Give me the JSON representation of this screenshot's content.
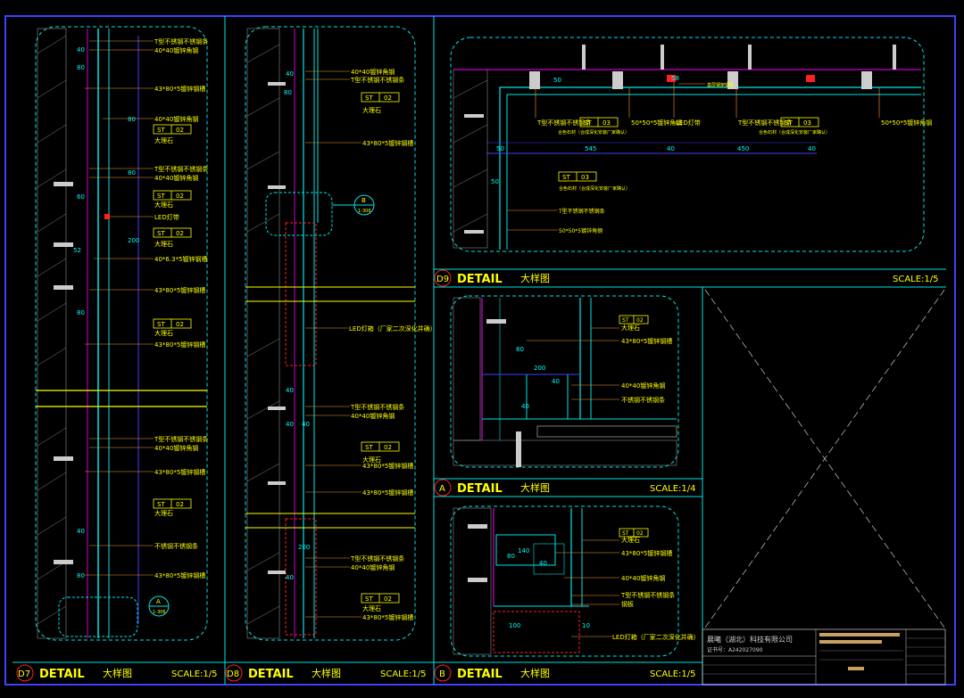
{
  "panels": {
    "d7": {
      "code": "D7",
      "title": "DETAIL",
      "subtitle": "大样图",
      "scale": "SCALE:1/5"
    },
    "d8": {
      "code": "D8",
      "title": "DETAIL",
      "subtitle": "大样图",
      "scale": "SCALE:1/5"
    },
    "d9": {
      "code": "D9",
      "title": "DETAIL",
      "subtitle": "大样图",
      "scale": "SCALE:1/5"
    },
    "a": {
      "code": "A",
      "title": "DETAIL",
      "subtitle": "大样图",
      "scale": "SCALE:1/4"
    },
    "b": {
      "code": "B",
      "title": "DETAIL",
      "subtitle": "大样图",
      "scale": "SCALE:1/5"
    }
  },
  "d7_labels": {
    "l1": "T型不锈钢不锈钢条",
    "l2": "40*40镀锌角钢",
    "l3": "43*80*5镀锌钢槽",
    "l4": "40*40镀锌角钢",
    "tag1": "ST",
    "tag1n": "02",
    "l5": "大理石",
    "l6": "T型不锈钢不锈钢条",
    "l7": "40*40镀锌角钢",
    "tag2": "ST",
    "tag2n": "02",
    "l8": "大理石",
    "led": "LED灯带",
    "tag3": "ST",
    "tag3n": "02",
    "l9": "大理石",
    "l10": "40*6.3*5镀锌钢槽",
    "l11": "43*80*5镀锌钢槽",
    "tag4": "ST",
    "tag4n": "02",
    "l12": "大理石",
    "l13": "43*80*5镀锌钢槽",
    "l14": "T型不锈钢不锈钢条",
    "l15": "40*40镀锌角钢",
    "l16": "43*80*5镀锌钢槽",
    "tag5": "ST",
    "tag5n": "02",
    "l17": "大理石",
    "l18": "不锈钢不锈钢条",
    "l19": "43*80*5镀锌钢槽",
    "callout": "A",
    "callout_ref": "1-306"
  },
  "d8_labels": {
    "l1": "40*40镀锌角钢",
    "l2": "T型不锈钢不锈钢条",
    "tag1": "ST",
    "tag1n": "02",
    "l3": "大理石",
    "l4": "43*80*5镀锌钢槽",
    "callout": "B",
    "callout_ref": "1-306",
    "led": "LED灯箱（厂家二次深化并确）",
    "l5": "T型不锈钢不锈钢条",
    "l6": "40*40镀锌角钢",
    "tag2": "ST",
    "tag2n": "02",
    "l7": "大理石",
    "l8": "43*80*5镀锌钢槽",
    "l9": "43*80*5镀锌钢槽",
    "l10": "T型不锈钢不锈钢条",
    "l11": "40*40镀锌角钢",
    "tag3": "ST",
    "tag3n": "02",
    "l12": "大理石",
    "l13": "43*80*5镀锌钢槽"
  },
  "d9_labels": {
    "l1": "T型不锈钢不锈钢条",
    "tag1": "ST",
    "tag1n": "03",
    "l2": "合色石材（合成深化安装厂家确认）",
    "l3": "50*50*5镀锌角钢",
    "l4": "LED灯带",
    "l5": "T型不锈钢不锈钢条",
    "tag2": "ST",
    "tag2n": "03",
    "l6": "合色石材（合成深化安装厂家确认）",
    "l7": "50*50*5镀锌角钢",
    "l8": "基层钢架钢框",
    "tag3": "ST",
    "tag3n": "03",
    "l9": "合色石材（合成深化安装厂家确认）",
    "l10": "T型不锈钢不锈钢条",
    "l11": "50*50*5镀锌角钢",
    "d1": "545",
    "d2": "40",
    "d3": "450",
    "d4": "40",
    "d5": "50"
  },
  "a_labels": {
    "tag": "ST",
    "tagn": "02",
    "l1": "大理石",
    "l2": "43*80*5镀锌钢槽",
    "l3": "40*40镀锌角钢",
    "l4": "不锈钢不锈钢条",
    "d1": "80",
    "d2": "200",
    "d3": "40",
    "d4": "40"
  },
  "b_labels": {
    "tag": "ST",
    "tagn": "02",
    "l1": "大理石",
    "l2": "43*80*5镀锌钢槽",
    "l3": "40*40镀锌角钢",
    "l4": "T型不锈钢不锈钢条",
    "l5": "钢板",
    "led": "LED灯箱（厂家二次深化并确）",
    "d1": "140",
    "d2": "100",
    "d3": "10"
  },
  "titleblock": {
    "company": "晨曦（湖北）科技有限公司",
    "code": "证书号：A242027090"
  },
  "colors": {
    "frame": "#4040ff",
    "panel": "#00e5e5",
    "label": "#ffff00",
    "dim": "#00ffff",
    "accent": "#ff2020",
    "magenta": "#ff00ff",
    "leader": "#ff9933"
  }
}
